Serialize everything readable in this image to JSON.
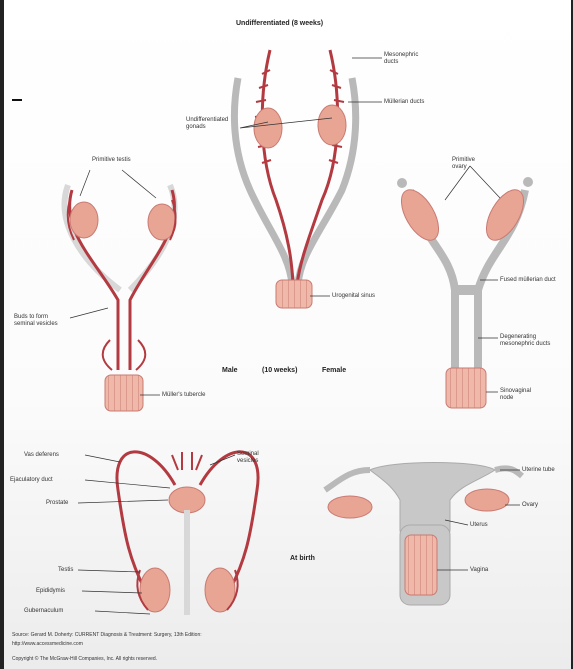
{
  "titles": {
    "top": "Undifferentiated (8 weeks)",
    "male": "Male",
    "weeks": "(10 weeks)",
    "female": "Female",
    "birth": "At birth"
  },
  "labels": {
    "mesonephric": "Mesonephric ducts",
    "mullerian": "Müllerian ducts",
    "gonads": "Undifferentiated gonads",
    "testis_primitive": "Primitive testis",
    "ovary_primitive": "Primitive ovary",
    "buds": "Buds to form seminal vesicles",
    "urogenital_sinus": "Urogenital sinus",
    "fused_mullerian": "Fused müllerian duct",
    "degenerating": "Degenerating mesonephric ducts",
    "sinovaginal": "Sinovaginal node",
    "mullers_tubercle": "Müller's tubercle",
    "vas_deferens": "Vas deferens",
    "seminal_vesicles": "Seminal vesicles",
    "ejaculatory": "Ejaculatory duct",
    "prostate": "Prostate",
    "testis": "Testis",
    "epididymis": "Epididymis",
    "gubernaculum": "Gubernaculum",
    "uterine_tube": "Uterine tube",
    "ovary": "Ovary",
    "uterus": "Uterus",
    "vagina": "Vagina"
  },
  "footer": {
    "source": "Source: Gerard M. Doherty: CURRENT Diagnosis & Treatment: Surgery, 13th Edition:",
    "url": "http://www.accessmedicine.com",
    "copyright": "Copyright © The McGraw-Hill Companies, Inc. All rights reserved."
  },
  "colors": {
    "duct_red": "#b23a40",
    "duct_gray": "#b9b9b9",
    "gonad_pink": "#e8a594",
    "sinus_pink": "#f0b8a8"
  }
}
